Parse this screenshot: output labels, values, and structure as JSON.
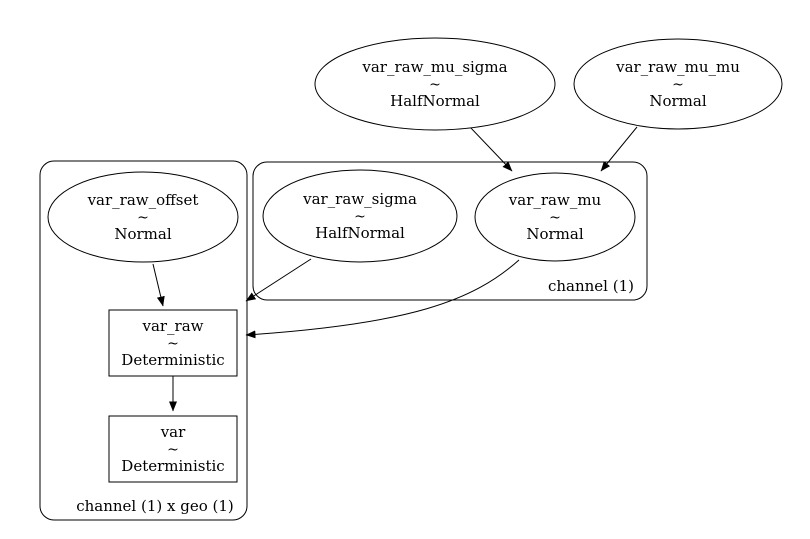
{
  "diagram": {
    "colors": {
      "background": "#ffffff",
      "stroke": "#000000",
      "text": "#000000"
    },
    "clusters": {
      "channel": {
        "label": "channel (1)"
      },
      "channel_x_geo": {
        "label": "channel (1) x geo (1)"
      }
    },
    "nodes": {
      "var_raw_mu_sigma": {
        "label": "var_raw_mu_sigma",
        "op": "~",
        "dist": "HalfNormal",
        "shape": "ellipse"
      },
      "var_raw_mu_mu": {
        "label": "var_raw_mu_mu",
        "op": "~",
        "dist": "Normal",
        "shape": "ellipse"
      },
      "var_raw_sigma": {
        "label": "var_raw_sigma",
        "op": "~",
        "dist": "HalfNormal",
        "shape": "ellipse"
      },
      "var_raw_mu": {
        "label": "var_raw_mu",
        "op": "~",
        "dist": "Normal",
        "shape": "ellipse"
      },
      "var_raw_offset": {
        "label": "var_raw_offset",
        "op": "~",
        "dist": "Normal",
        "shape": "ellipse"
      },
      "var_raw": {
        "label": "var_raw",
        "op": "~",
        "dist": "Deterministic",
        "shape": "box"
      },
      "var": {
        "label": "var",
        "op": "~",
        "dist": "Deterministic",
        "shape": "box"
      }
    },
    "edges": [
      {
        "from": "var_raw_mu_sigma",
        "to": "var_raw_mu"
      },
      {
        "from": "var_raw_mu_mu",
        "to": "var_raw_mu"
      },
      {
        "from": "var_raw_offset",
        "to": "var_raw"
      },
      {
        "from": "var_raw_sigma",
        "to": "var_raw"
      },
      {
        "from": "var_raw_mu",
        "to": "var_raw"
      },
      {
        "from": "var_raw",
        "to": "var"
      }
    ]
  }
}
